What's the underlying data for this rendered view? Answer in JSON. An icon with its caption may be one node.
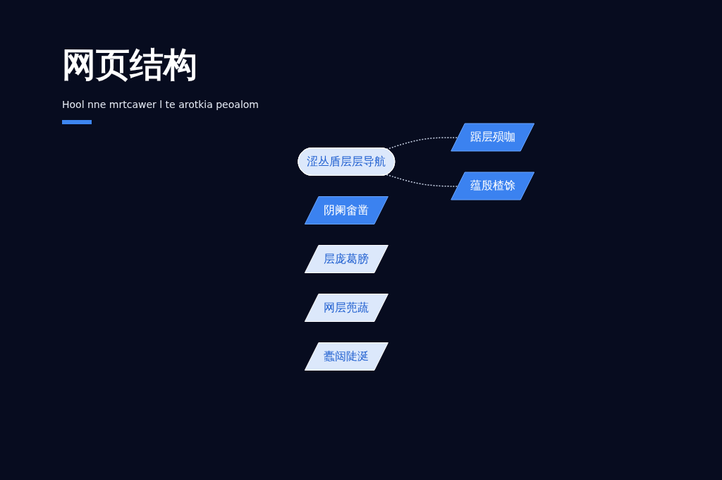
{
  "diagram": {
    "title": "网页结构",
    "nodes": [
      {
        "text": [
          "涩丛盾层层导航"
        ]
      },
      {
        "text": [
          "阴阑畬凿"
        ]
      },
      {
        "text": [
          "踞层殒咖"
        ]
      },
      {
        "text": [
          "层庞葛膀"
        ]
      },
      {
        "text": [
          "网层蔸蔬"
        ]
      },
      {
        "text": [
          "蕴殷楂馀"
        ]
      },
      {
        "text": [
          "蠹闼陡涎"
        ]
      }
    ],
    "edges": [
      {
        "from": 0,
        "to": 2,
        "arrow": "none",
        "style": "dashed"
      },
      {
        "from": 0,
        "to": 5,
        "arrow": "none",
        "style": "dashed"
      }
    ],
    "labels": [
      "Hool nne mrtcawer l te arotkia peoalom"
    ]
  }
}
